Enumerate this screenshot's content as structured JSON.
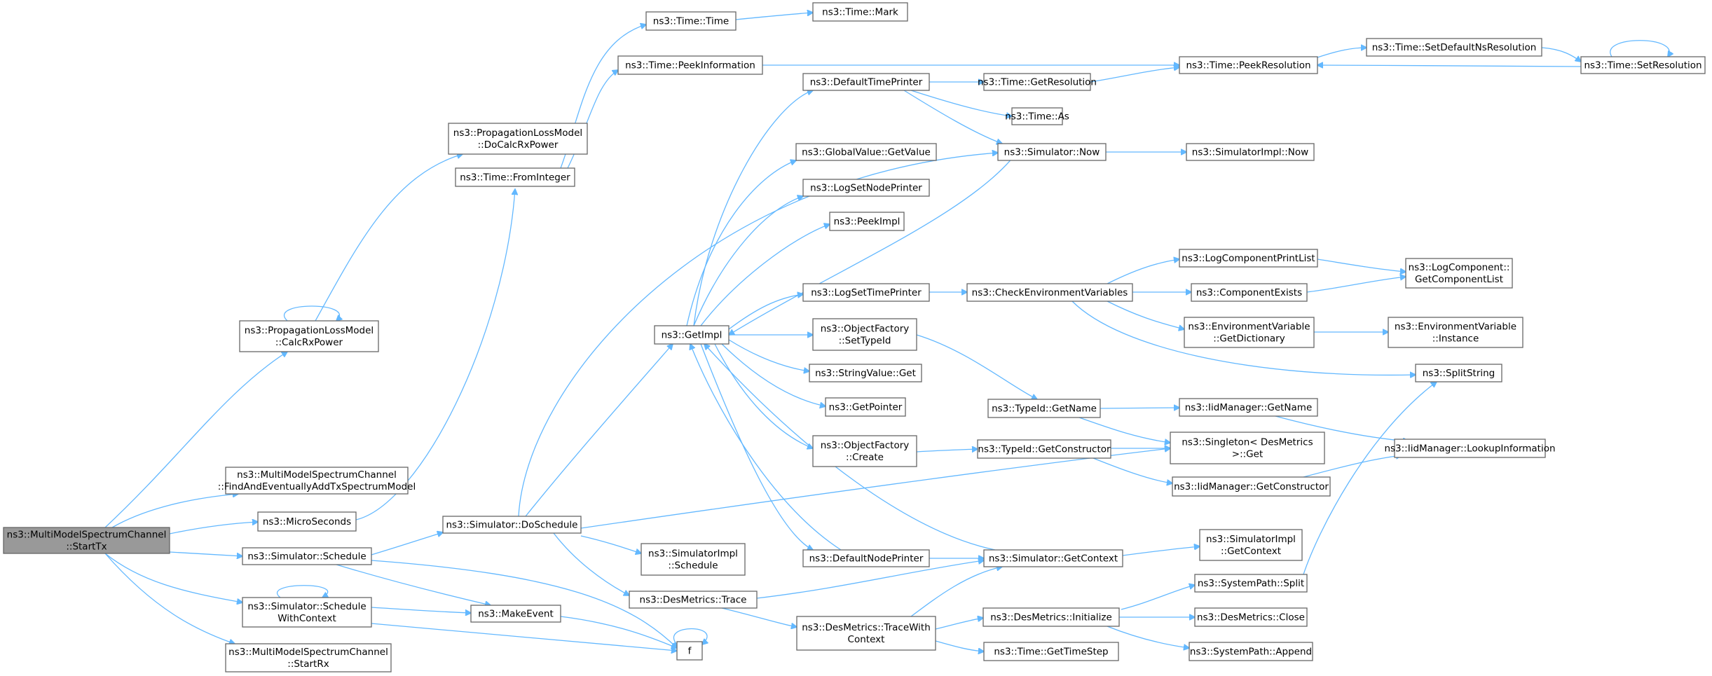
{
  "graph": {
    "nodes": [
      {
        "id": "n_root",
        "lines": [
          "ns3::MultiModelSpectrumChannel",
          "::StartTx"
        ],
        "root": true
      },
      {
        "id": "n_calc",
        "lines": [
          "ns3::PropagationLossModel",
          "::CalcRxPower"
        ]
      },
      {
        "id": "n_docalc",
        "lines": [
          "ns3::PropagationLossModel",
          "::DoCalcRxPower"
        ]
      },
      {
        "id": "n_find",
        "lines": [
          "ns3::MultiModelSpectrumChannel",
          "::FindAndEventuallyAddTxSpectrumModel"
        ]
      },
      {
        "id": "n_micro",
        "lines": [
          "ns3::MicroSeconds"
        ]
      },
      {
        "id": "n_schedule",
        "lines": [
          "ns3::Simulator::Schedule"
        ]
      },
      {
        "id": "n_swc",
        "lines": [
          "ns3::Simulator::Schedule",
          "WithContext"
        ]
      },
      {
        "id": "n_startrx",
        "lines": [
          "ns3::MultiModelSpectrumChannel",
          "::StartRx"
        ]
      },
      {
        "id": "n_fromint",
        "lines": [
          "ns3::Time::FromInteger"
        ]
      },
      {
        "id": "n_doschedule",
        "lines": [
          "ns3::Simulator::DoSchedule"
        ]
      },
      {
        "id": "n_makeevent",
        "lines": [
          "ns3::MakeEvent"
        ]
      },
      {
        "id": "n_f",
        "lines": [
          "f"
        ]
      },
      {
        "id": "n_timetime",
        "lines": [
          "ns3::Time::Time"
        ]
      },
      {
        "id": "n_peekinfo",
        "lines": [
          "ns3::Time::PeekInformation"
        ]
      },
      {
        "id": "n_getimpl",
        "lines": [
          "ns3::GetImpl"
        ]
      },
      {
        "id": "n_implsched",
        "lines": [
          "ns3::SimulatorImpl",
          "::Schedule"
        ]
      },
      {
        "id": "n_trace",
        "lines": [
          "ns3::DesMetrics::Trace"
        ]
      },
      {
        "id": "n_mark",
        "lines": [
          "ns3::Time::Mark"
        ]
      },
      {
        "id": "n_dtp",
        "lines": [
          "ns3::DefaultTimePrinter"
        ]
      },
      {
        "id": "n_gvget",
        "lines": [
          "ns3::GlobalValue::GetValue"
        ]
      },
      {
        "id": "n_lsnp",
        "lines": [
          "ns3::LogSetNodePrinter"
        ]
      },
      {
        "id": "n_peekimpl",
        "lines": [
          "ns3::PeekImpl"
        ]
      },
      {
        "id": "n_lstp",
        "lines": [
          "ns3::LogSetTimePrinter"
        ]
      },
      {
        "id": "n_ofset",
        "lines": [
          "ns3::ObjectFactory",
          "::SetTypeId"
        ]
      },
      {
        "id": "n_svget",
        "lines": [
          "ns3::StringValue::Get"
        ]
      },
      {
        "id": "n_getptr",
        "lines": [
          "ns3::GetPointer"
        ]
      },
      {
        "id": "n_ofcreate",
        "lines": [
          "ns3::ObjectFactory",
          "::Create"
        ]
      },
      {
        "id": "n_dnp",
        "lines": [
          "ns3::DefaultNodePrinter"
        ]
      },
      {
        "id": "n_twc",
        "lines": [
          "ns3::DesMetrics::TraceWith",
          "Context"
        ]
      },
      {
        "id": "n_getres",
        "lines": [
          "ns3::Time::GetResolution"
        ]
      },
      {
        "id": "n_as",
        "lines": [
          "ns3::Time::As"
        ]
      },
      {
        "id": "n_now",
        "lines": [
          "ns3::Simulator::Now"
        ]
      },
      {
        "id": "n_cev",
        "lines": [
          "ns3::CheckEnvironmentVariables"
        ]
      },
      {
        "id": "n_tgetname",
        "lines": [
          "ns3::TypeId::GetName"
        ]
      },
      {
        "id": "n_tgetctor",
        "lines": [
          "ns3::TypeId::GetConstructor"
        ]
      },
      {
        "id": "n_getctx",
        "lines": [
          "ns3::Simulator::GetContext"
        ]
      },
      {
        "id": "n_dminit",
        "lines": [
          "ns3::DesMetrics::Initialize"
        ]
      },
      {
        "id": "n_timestep",
        "lines": [
          "ns3::Time::GetTimeStep"
        ]
      },
      {
        "id": "n_peekres",
        "lines": [
          "ns3::Time::PeekResolution"
        ]
      },
      {
        "id": "n_implnow",
        "lines": [
          "ns3::SimulatorImpl::Now"
        ]
      },
      {
        "id": "n_lcpl",
        "lines": [
          "ns3::LogComponentPrintList"
        ]
      },
      {
        "id": "n_compex",
        "lines": [
          "ns3::ComponentExists"
        ]
      },
      {
        "id": "n_evgetdict",
        "lines": [
          "ns3::EnvironmentVariable",
          "::GetDictionary"
        ]
      },
      {
        "id": "n_idgetname",
        "lines": [
          "ns3::IidManager::GetName"
        ]
      },
      {
        "id": "n_singleton",
        "lines": [
          "ns3::Singleton< DesMetrics",
          " >::Get"
        ]
      },
      {
        "id": "n_idgetctor",
        "lines": [
          "ns3::IidManager::GetConstructor"
        ]
      },
      {
        "id": "n_implgetctx",
        "lines": [
          "ns3::SimulatorImpl",
          "::GetContext"
        ]
      },
      {
        "id": "n_split",
        "lines": [
          "ns3::SystemPath::Split"
        ]
      },
      {
        "id": "n_dmclose",
        "lines": [
          "ns3::DesMetrics::Close"
        ]
      },
      {
        "id": "n_append",
        "lines": [
          "ns3::SystemPath::Append"
        ]
      },
      {
        "id": "n_setdefns",
        "lines": [
          "ns3::Time::SetDefaultNsResolution"
        ]
      },
      {
        "id": "n_setres",
        "lines": [
          "ns3::Time::SetResolution"
        ]
      },
      {
        "id": "n_lcgcl",
        "lines": [
          "ns3::LogComponent::",
          "GetComponentList"
        ]
      },
      {
        "id": "n_evinst",
        "lines": [
          "ns3::EnvironmentVariable",
          "::Instance"
        ]
      },
      {
        "id": "n_splitstr",
        "lines": [
          "ns3::SplitString"
        ]
      },
      {
        "id": "n_lookup",
        "lines": [
          "ns3::IidManager::LookupInformation"
        ]
      }
    ]
  }
}
